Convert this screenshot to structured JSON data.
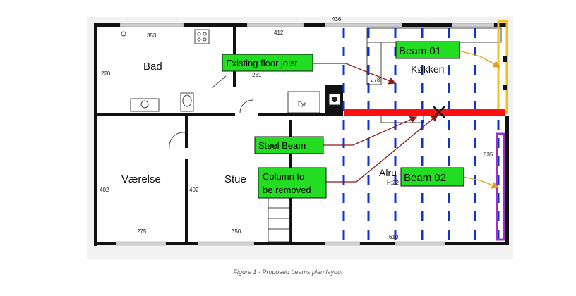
{
  "colors": {
    "wall": "#111111",
    "joist_dashes": "#1133cc",
    "steel_beam": "#ff1010",
    "callout_fill": "#22dd22",
    "arrow_red": "#8b1a1a",
    "arrow_orange": "#e0a020",
    "beam01_line": "#f0c020",
    "beam02_line": "#9933cc",
    "window": "#cfcfcf"
  },
  "rooms": {
    "bad": "Bad",
    "kokken": "Køkken",
    "vaerelse": "Værelse",
    "stue": "Stue",
    "alrum_partial": "Alru",
    "alrum_height_partial": "H:22",
    "fyr": "Fyr"
  },
  "dimensions": {
    "d436": "436",
    "d353": "353",
    "d412": "412",
    "d220": "220",
    "d231": "231",
    "d278": "278",
    "d635": "635",
    "d402_left": "402",
    "d402_mid": "402",
    "d275": "275",
    "d350": "350",
    "d610": "610"
  },
  "callouts": {
    "existing_joist": "Existing floor joist",
    "steel_beam": "Steel Beam",
    "column_line1": "Column to",
    "column_line2": "be removed",
    "beam01": "Beam 01",
    "beam02": "Beam 02"
  },
  "caption": "Figure 1 - Proposed beams plan layout"
}
